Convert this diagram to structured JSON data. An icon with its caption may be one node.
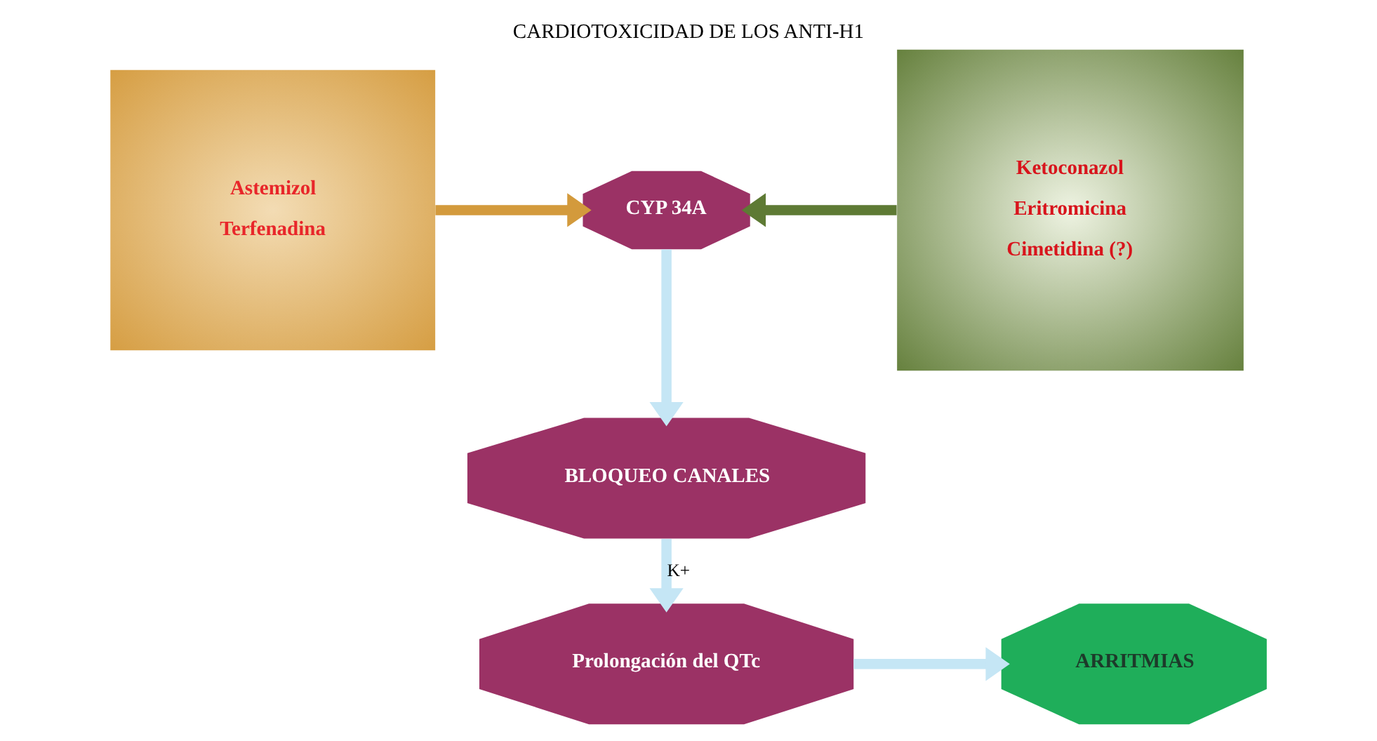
{
  "diagram": {
    "title": "CARDIOTOXICIDAD DE LOS ANTI-H1",
    "nodes": [
      {
        "text": [
          "Astemizol",
          "Terfenadina"
        ]
      },
      {
        "text": [
          "CYP 34A"
        ]
      },
      {
        "text": [
          "Ketoconazol",
          "Eritromicina",
          "Cimetidina (?)"
        ]
      },
      {
        "text": [
          "BLOQUEO CANALES"
        ]
      },
      {
        "text": [
          "Prolongación del QTc"
        ]
      },
      {
        "text": [
          "ARRITMIAS"
        ]
      }
    ],
    "edges": [
      {
        "from": 0,
        "to": 1,
        "arrow": "to",
        "color": "#d39a3c"
      },
      {
        "from": 2,
        "to": 1,
        "arrow": "to",
        "color": "#5e7a34"
      },
      {
        "from": 1,
        "to": 3,
        "arrow": "to"
      },
      {
        "from": 3,
        "to": 4,
        "arrow": "to",
        "label": "K+"
      },
      {
        "from": 4,
        "to": 5,
        "arrow": "to"
      }
    ]
  }
}
